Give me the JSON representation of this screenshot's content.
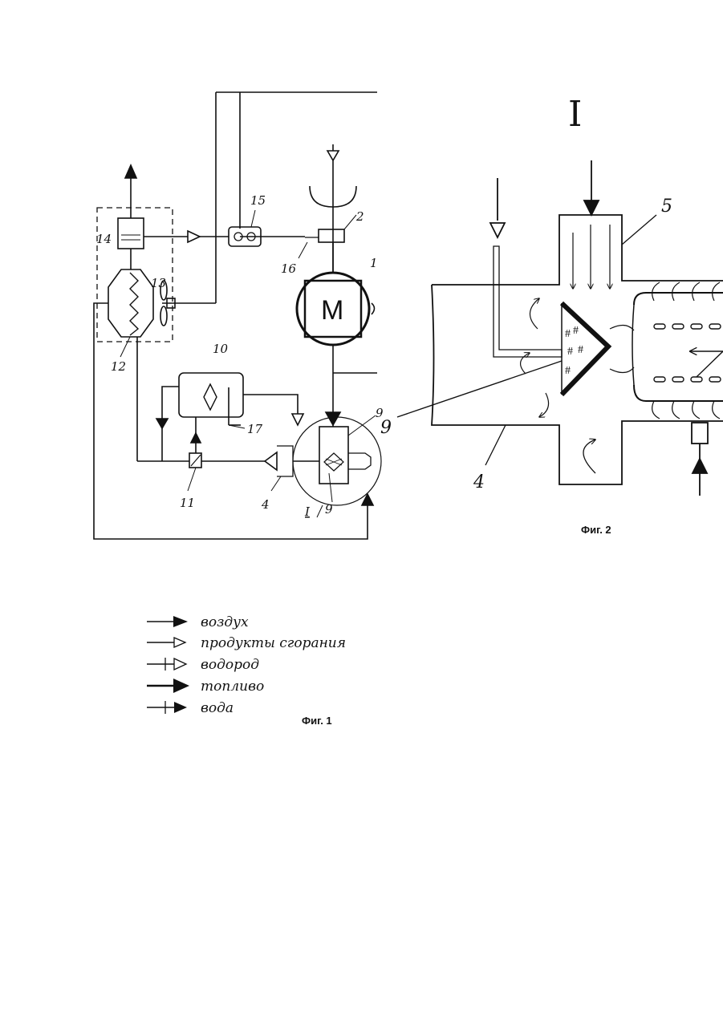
{
  "figure1": {
    "caption": "Фиг. 1",
    "labels": {
      "n2": "2",
      "n4": "4",
      "n9a": "9",
      "n9b": "9",
      "n10": "10",
      "n11": "11",
      "n12": "12",
      "n13": "13",
      "n14": "14",
      "n15": "15",
      "n16": "16",
      "n17": "17",
      "n1": "1",
      "roman": "I",
      "motor": "M"
    }
  },
  "figure2": {
    "caption": "Фиг. 2",
    "roman": "I",
    "labels": {
      "n4": "4",
      "n5": "5",
      "n9": "9"
    }
  },
  "legend": {
    "items": [
      {
        "label": "воздух",
        "arrow": "filled-triangle"
      },
      {
        "label": "продукты сгорания",
        "arrow": "open-triangle"
      },
      {
        "label": "водород",
        "arrow": "open-triangle-barred"
      },
      {
        "label": "топливо",
        "arrow": "bold-filled-triangle"
      },
      {
        "label": "вода",
        "arrow": "filled-triangle-barred"
      }
    ]
  }
}
